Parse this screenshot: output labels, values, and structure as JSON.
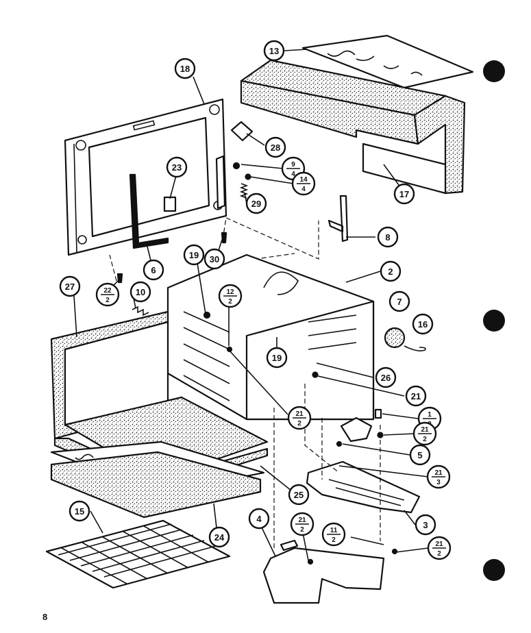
{
  "page": {
    "number": "8"
  },
  "callouts": [
    {
      "id": "c13",
      "kind": "single",
      "label": "13"
    },
    {
      "id": "c18",
      "kind": "single",
      "label": "18"
    },
    {
      "id": "c17",
      "kind": "single",
      "label": "17"
    },
    {
      "id": "c28",
      "kind": "single",
      "label": "28"
    },
    {
      "id": "c23",
      "kind": "single",
      "label": "23"
    },
    {
      "id": "c9_4",
      "kind": "fraction",
      "top": "9",
      "bottom": "4"
    },
    {
      "id": "c14_4",
      "kind": "fraction",
      "top": "14",
      "bottom": "4"
    },
    {
      "id": "c29",
      "kind": "single",
      "label": "29"
    },
    {
      "id": "c8",
      "kind": "single",
      "label": "8"
    },
    {
      "id": "c6",
      "kind": "single",
      "label": "6"
    },
    {
      "id": "c30",
      "kind": "single",
      "label": "30"
    },
    {
      "id": "c19a",
      "kind": "single",
      "label": "19"
    },
    {
      "id": "c2",
      "kind": "single",
      "label": "2"
    },
    {
      "id": "c27",
      "kind": "single",
      "label": "27"
    },
    {
      "id": "c22_2",
      "kind": "fraction",
      "top": "22",
      "bottom": "2"
    },
    {
      "id": "c10",
      "kind": "single",
      "label": "10"
    },
    {
      "id": "c12_2",
      "kind": "fraction",
      "top": "12",
      "bottom": "2"
    },
    {
      "id": "c7",
      "kind": "single",
      "label": "7"
    },
    {
      "id": "c16",
      "kind": "single",
      "label": "16"
    },
    {
      "id": "c19b",
      "kind": "single",
      "label": "19"
    },
    {
      "id": "c26",
      "kind": "single",
      "label": "26"
    },
    {
      "id": "c21a",
      "kind": "single",
      "label": "21"
    },
    {
      "id": "c1_2",
      "kind": "fraction",
      "top": "1",
      "bottom": "2"
    },
    {
      "id": "c21_2a",
      "kind": "fraction",
      "top": "21",
      "bottom": "2"
    },
    {
      "id": "c21_2b",
      "kind": "fraction",
      "top": "21",
      "bottom": "2"
    },
    {
      "id": "c5",
      "kind": "single",
      "label": "5"
    },
    {
      "id": "c21_3",
      "kind": "fraction",
      "top": "21",
      "bottom": "3"
    },
    {
      "id": "c25",
      "kind": "single",
      "label": "25"
    },
    {
      "id": "c3",
      "kind": "single",
      "label": "3"
    },
    {
      "id": "c15",
      "kind": "single",
      "label": "15"
    },
    {
      "id": "c24",
      "kind": "single",
      "label": "24"
    },
    {
      "id": "c4",
      "kind": "single",
      "label": "4"
    },
    {
      "id": "c21_2c",
      "kind": "fraction",
      "top": "21",
      "bottom": "2"
    },
    {
      "id": "c11_2",
      "kind": "fraction",
      "top": "11",
      "bottom": "2"
    },
    {
      "id": "c21_2d",
      "kind": "fraction",
      "top": "21",
      "bottom": "2"
    }
  ]
}
